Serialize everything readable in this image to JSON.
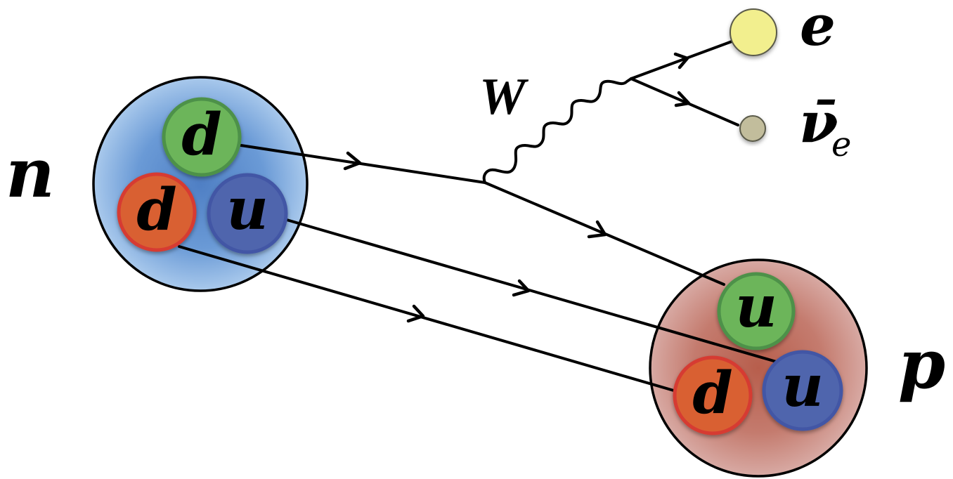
{
  "diagram": {
    "title": "Neutron beta decay",
    "neutron": {
      "label": "n",
      "fill_color": "#6f9fd8",
      "quarks": [
        {
          "label": "d",
          "color": "#6cb55a",
          "border": "#4e9148"
        },
        {
          "label": "d",
          "color": "#d96032",
          "border": "#d63a30"
        },
        {
          "label": "u",
          "color": "#4f65ad",
          "border": "#4356a5"
        }
      ]
    },
    "proton": {
      "label": "p",
      "fill_color": "#c47b6e",
      "quarks": [
        {
          "label": "u",
          "color": "#6cb55a",
          "border": "#4e9148"
        },
        {
          "label": "d",
          "color": "#d96032",
          "border": "#d63a30"
        },
        {
          "label": "u",
          "color": "#4f65ad",
          "border": "#4356a5"
        }
      ]
    },
    "boson": {
      "label": "W"
    },
    "electron": {
      "label": "e",
      "color": "#f2ef8e"
    },
    "antineutrino": {
      "label": "ν̄",
      "subscript": "e",
      "color": "#c2bd9c"
    }
  }
}
